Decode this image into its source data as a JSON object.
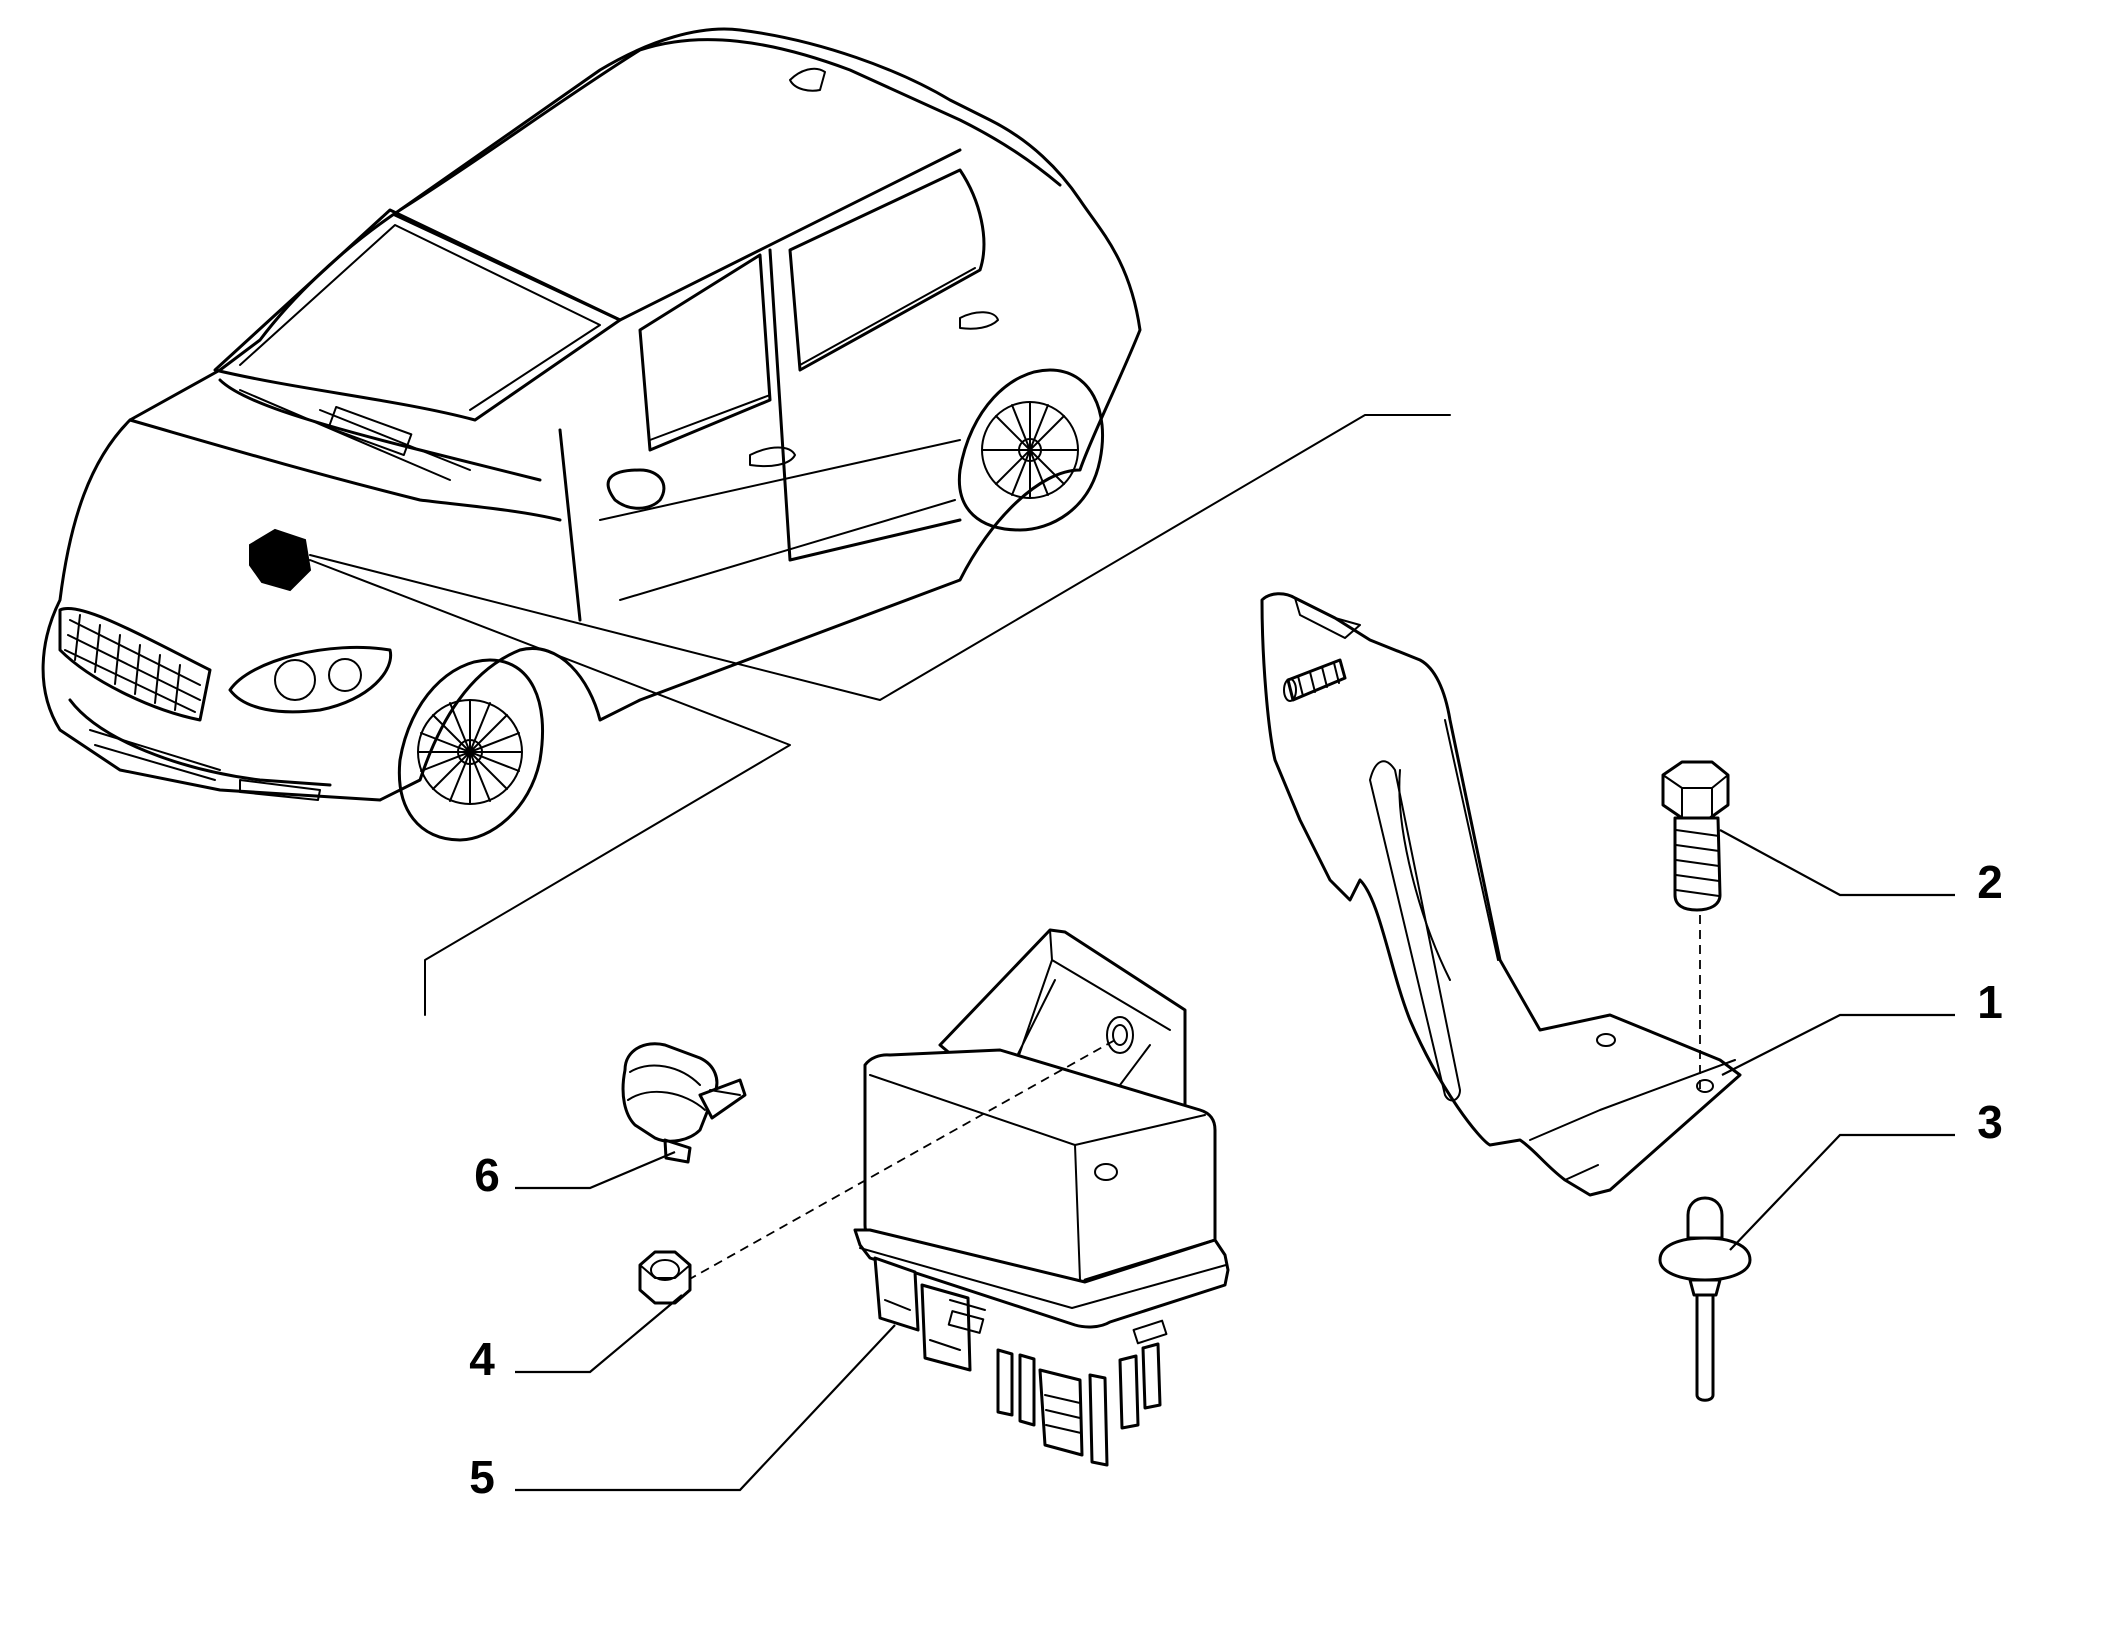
{
  "callouts": [
    {
      "id": "callout-1",
      "label": "1",
      "part": "mounting-bracket"
    },
    {
      "id": "callout-2",
      "label": "2",
      "part": "hex-bolt"
    },
    {
      "id": "callout-3",
      "label": "3",
      "part": "rivet-stud"
    },
    {
      "id": "callout-4",
      "label": "4",
      "part": "hex-nut"
    },
    {
      "id": "callout-5",
      "label": "5",
      "part": "relay-module"
    },
    {
      "id": "callout-6",
      "label": "6",
      "part": "cable-clip"
    }
  ],
  "colors": {
    "line": "#000000",
    "background": "#ffffff",
    "highlight": "#000000"
  }
}
